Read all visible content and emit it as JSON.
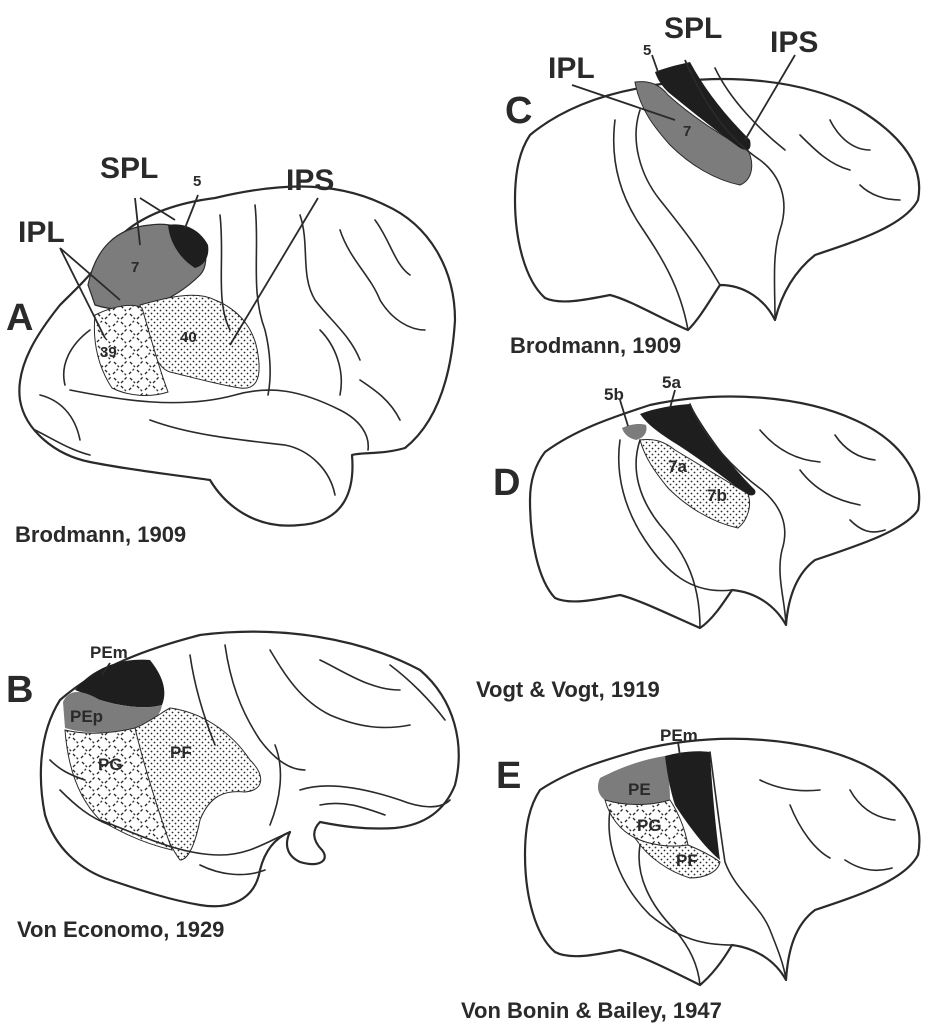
{
  "panels": {
    "A": {
      "letter": "A",
      "caption": "Brodmann, 1909",
      "labels": {
        "spl": "SPL",
        "ipl": "IPL",
        "ips": "IPS",
        "area5": "5",
        "area7": "7",
        "area39": "39",
        "area40": "40"
      }
    },
    "B": {
      "letter": "B",
      "caption": "Von Economo, 1929",
      "labels": {
        "pem": "PEm",
        "pep": "PEp",
        "pg": "PG",
        "pf": "PF"
      }
    },
    "C": {
      "letter": "C",
      "caption": "Brodmann, 1909",
      "labels": {
        "spl": "SPL",
        "ipl": "IPL",
        "ips": "IPS",
        "area5": "5",
        "area7": "7"
      }
    },
    "D": {
      "letter": "D",
      "caption": "Vogt & Vogt, 1919",
      "labels": {
        "area5b": "5b",
        "area5a": "5a",
        "area7a": "7a",
        "area7b": "7b"
      }
    },
    "E": {
      "letter": "E",
      "caption": "Von Bonin & Bailey, 1947",
      "labels": {
        "pem": "PEm",
        "pe": "PE",
        "pg": "PG",
        "pf": "PF"
      }
    }
  },
  "colors": {
    "dark_area": "#1e1e1e",
    "gray_area": "#7c7c7c",
    "outline": "#2a2a2a"
  }
}
